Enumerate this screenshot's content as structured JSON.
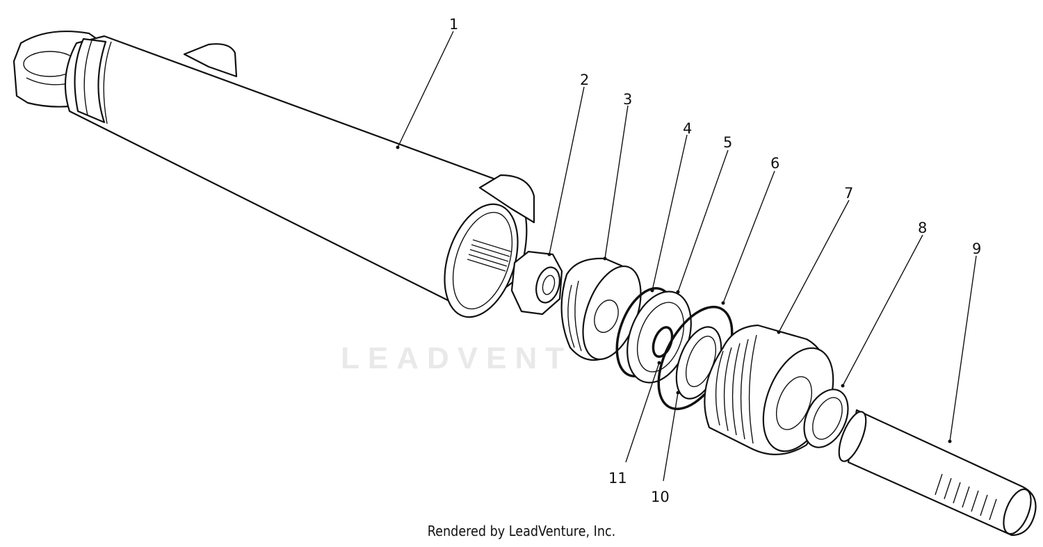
{
  "watermark": "LEADVENT",
  "footer": "Rendered by LeadVenture, Inc.",
  "callouts": [
    "1",
    "2",
    "3",
    "4",
    "5",
    "6",
    "7",
    "8",
    "9",
    "10",
    "11"
  ],
  "colors": {
    "line": "#111111",
    "paper": "#ffffff",
    "watermark": "#e9e9e9"
  },
  "parts": [
    {
      "ref": "1",
      "name": "cylinder-barrel"
    },
    {
      "ref": "2",
      "name": "nut"
    },
    {
      "ref": "3",
      "name": "piston"
    },
    {
      "ref": "4",
      "name": "o-ring"
    },
    {
      "ref": "5",
      "name": "seal"
    },
    {
      "ref": "6",
      "name": "o-ring"
    },
    {
      "ref": "7",
      "name": "gland"
    },
    {
      "ref": "8",
      "name": "wiper-seal"
    },
    {
      "ref": "9",
      "name": "rod"
    },
    {
      "ref": "10",
      "name": "seal"
    },
    {
      "ref": "11",
      "name": "o-ring"
    }
  ]
}
